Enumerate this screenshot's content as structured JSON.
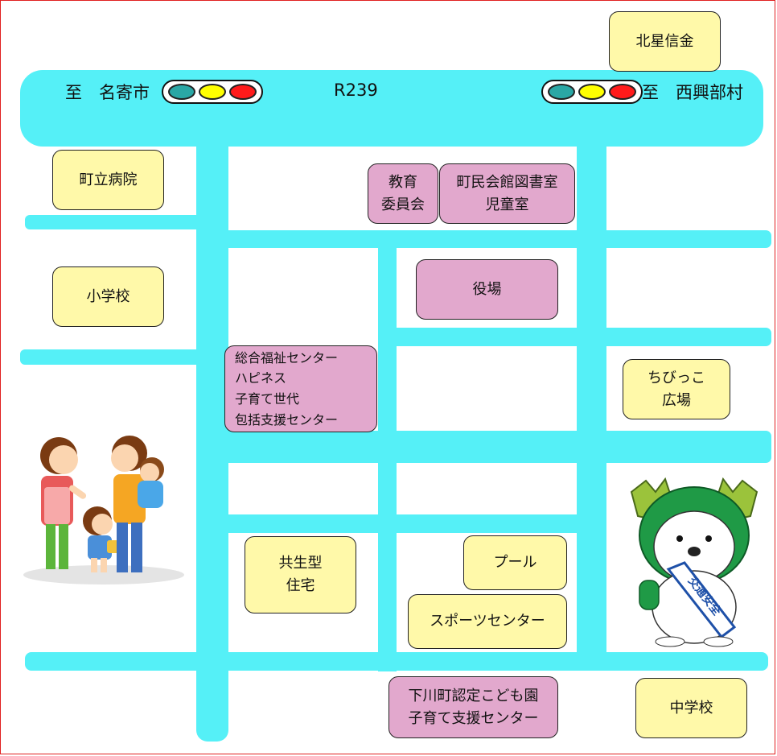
{
  "header": {
    "to_left": "至　名寄市",
    "route": "R239",
    "to_right": "至　西興部村"
  },
  "colors": {
    "road": "#55f0f7",
    "public_building": "#fff9a9",
    "facility": "#e2a8cd",
    "signal_green": "#2aa7a5",
    "signal_yellow": "#ffff00",
    "signal_red": "#ff1a1a",
    "border": "#e02020"
  },
  "buildings": {
    "hokusei_shinkin": "北星信金",
    "hospital": "町立病院",
    "education_board": "教育\n委員会",
    "community_hall": "町民会館図書室\n児童室",
    "elementary_school": "小学校",
    "town_hall": "役場",
    "welfare_center": "総合福祉センター\nハピネス\n子育て世代\n包括支援センター",
    "chibikko_plaza": "ちびっこ\n広場",
    "kyosei_housing": "共生型\n住宅",
    "pool": "プール",
    "sports_center": "スポーツセンター",
    "kodomoen": "下川町認定こども園\n子育て支援センター",
    "junior_high": "中学校"
  },
  "illustrations": {
    "mascot_sash": "交通安全",
    "family_icon": "family-illustration",
    "mascot_icon": "mascot-illustration"
  }
}
